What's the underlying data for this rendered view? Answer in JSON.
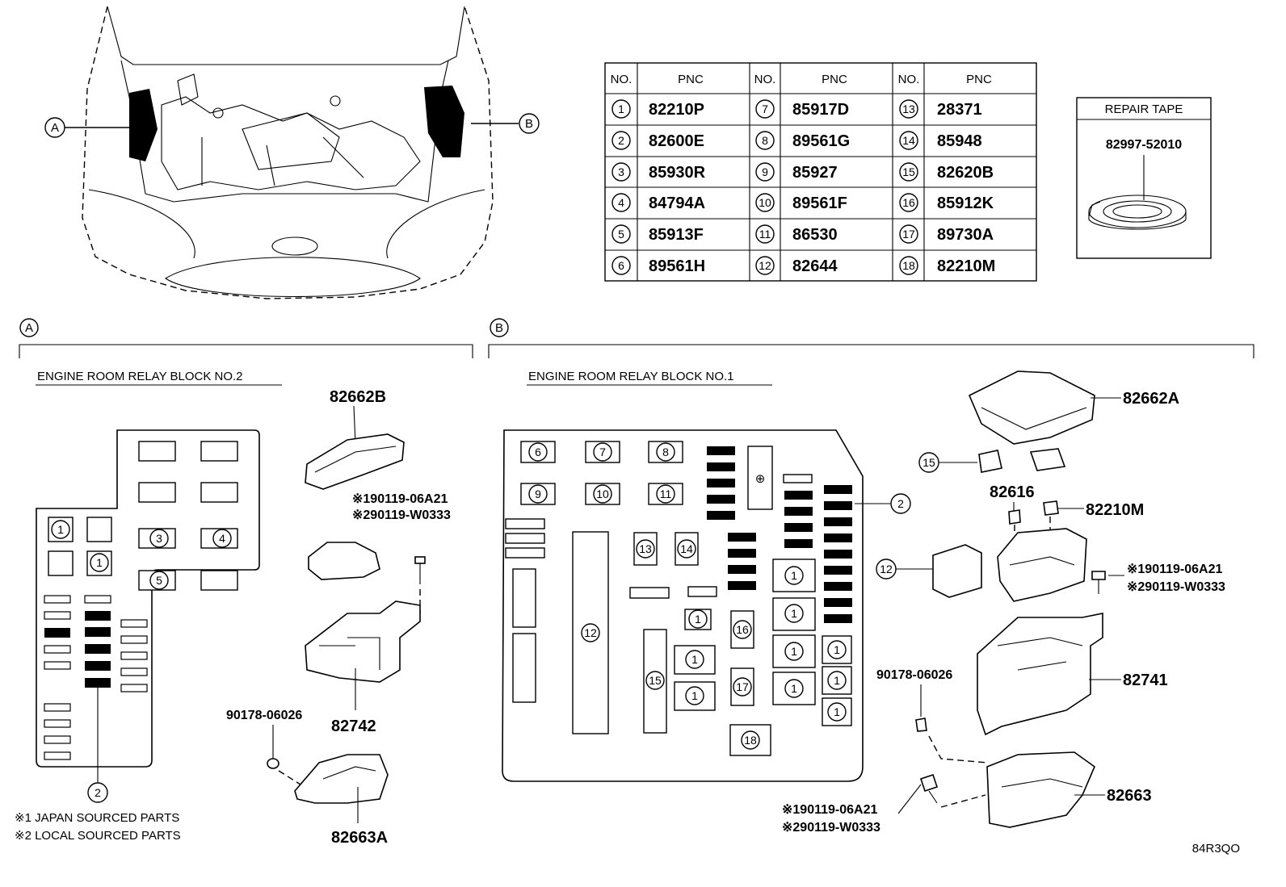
{
  "table": {
    "header": [
      {
        "no": "NO.",
        "pnc": "PNC"
      },
      {
        "no": "NO.",
        "pnc": "PNC"
      },
      {
        "no": "NO.",
        "pnc": "PNC"
      }
    ],
    "rows": [
      [
        {
          "no": "1",
          "pnc": "82210P"
        },
        {
          "no": "7",
          "pnc": "85917D"
        },
        {
          "no": "13",
          "pnc": "28371"
        }
      ],
      [
        {
          "no": "2",
          "pnc": "82600E"
        },
        {
          "no": "8",
          "pnc": "89561G"
        },
        {
          "no": "14",
          "pnc": "85948"
        }
      ],
      [
        {
          "no": "3",
          "pnc": "85930R"
        },
        {
          "no": "9",
          "pnc": "85927"
        },
        {
          "no": "15",
          "pnc": "82620B"
        }
      ],
      [
        {
          "no": "4",
          "pnc": "84794A"
        },
        {
          "no": "10",
          "pnc": "89561F"
        },
        {
          "no": "16",
          "pnc": "85912K"
        }
      ],
      [
        {
          "no": "5",
          "pnc": "85913F"
        },
        {
          "no": "11",
          "pnc": "86530"
        },
        {
          "no": "17",
          "pnc": "89730A"
        }
      ],
      [
        {
          "no": "6",
          "pnc": "89561H"
        },
        {
          "no": "12",
          "pnc": "82644"
        },
        {
          "no": "18",
          "pnc": "82210M"
        }
      ]
    ]
  },
  "repair_tape": {
    "title": "REPAIR TAPE",
    "part": "82997-52010"
  },
  "callouts": {
    "a": "A",
    "b": "B"
  },
  "section_a": {
    "title": "ENGINE ROOM RELAY BLOCK NO.2",
    "parts": {
      "cover": "82662B",
      "bolt1": "※190119-06A21",
      "bolt2": "※290119-W0333",
      "housing": "82742",
      "clip": "90178-06026",
      "lower": "82663A"
    },
    "block_labels": {
      "n1": "1",
      "n2": "2",
      "n3": "3",
      "n4": "4",
      "n5": "5"
    },
    "notes": [
      "※1 JAPAN SOURCED PARTS",
      "※2 LOCAL SOURCED PARTS"
    ]
  },
  "section_b": {
    "title": "ENGINE ROOM RELAY BLOCK NO.1",
    "parts": {
      "cover": "82662A",
      "relay_small": "82616",
      "relay_r": "82210M",
      "bolt1": "※190119-06A21",
      "bolt2": "※290119-W0333",
      "clip": "90178-06026",
      "housing": "82741",
      "lower": "82663",
      "bolt3": "※190119-06A21",
      "bolt4": "※290119-W0333"
    },
    "block_labels": {
      "n1": "1",
      "n2": "2",
      "n6": "6",
      "n7": "7",
      "n8": "8",
      "n9": "9",
      "n10": "10",
      "n11": "11",
      "n12": "12",
      "n13": "13",
      "n14": "14",
      "n15": "15",
      "n16": "16",
      "n17": "17",
      "n18": "18",
      "plus": "⊕"
    }
  },
  "diagram_code": "84R3QO"
}
